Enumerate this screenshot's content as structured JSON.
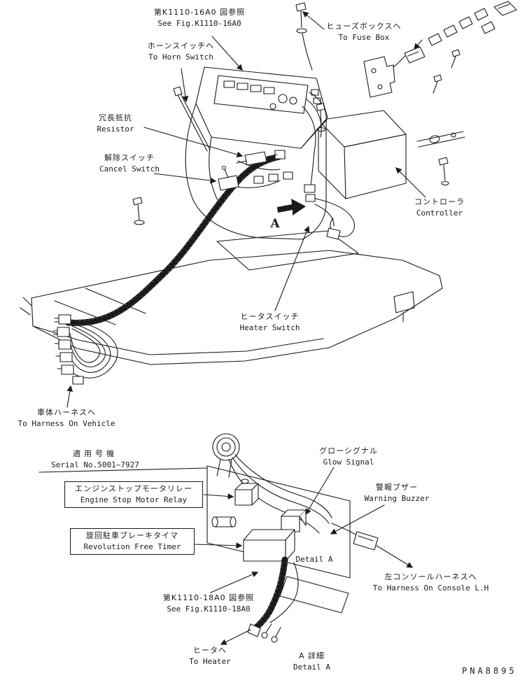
{
  "drawing_number": "PNA8895",
  "colors": {
    "line": "#1a1a1a",
    "background": "#ffffff"
  },
  "labels": {
    "fig_ref_top": {
      "jp": "第K1110-16A0 図参照",
      "en": "See Fig.K1110-16A0"
    },
    "fuse_box": {
      "jp": "ヒューズボックスへ",
      "en": "To Fuse Box"
    },
    "horn_switch": {
      "jp": "ホーンスイッチへ",
      "en": "To Horn Switch"
    },
    "resistor": {
      "jp": "冗長抵抗",
      "en": "Resistor"
    },
    "cancel_switch": {
      "jp": "解除スイッチ",
      "en": "Cancel Switch"
    },
    "controller": {
      "jp": "コントローラ",
      "en": "Controller"
    },
    "view_arrow": {
      "en": "A"
    },
    "heater_switch": {
      "jp": "ヒータスイッチ",
      "en": "Heater Switch"
    },
    "harness_on_vehicle": {
      "jp": "車体ハーネスへ",
      "en": "To Harness On Vehicle"
    },
    "serial_range": {
      "jp": "適用号機",
      "en": "Serial No.5001~7927"
    },
    "engine_stop_motor_relay": {
      "jp": "エンジンストップモータリレー",
      "en": "Engine Stop Motor Relay"
    },
    "glow_signal": {
      "jp": "グローシグナル",
      "en": "Glow Signal"
    },
    "warning_buzzer": {
      "jp": "警報ブザー",
      "en": "Warning Buzzer"
    },
    "revolution_free_timer": {
      "jp": "旋回駐車ブレーキタイマ",
      "en": "Revolution Free Timer"
    },
    "detail_a_callout": {
      "en": "Detail A"
    },
    "fig_ref_bottom": {
      "jp": "第K1110-18A0 図参照",
      "en": "See Fig.K1110-18A0"
    },
    "console_harness": {
      "jp": "左コンソールハーネスへ",
      "en": "To Harness On Console L.H"
    },
    "heater": {
      "jp": "ヒータへ",
      "en": "To Heater"
    },
    "detail_title": {
      "jp": "A 詳細",
      "en": "Detail A"
    }
  }
}
